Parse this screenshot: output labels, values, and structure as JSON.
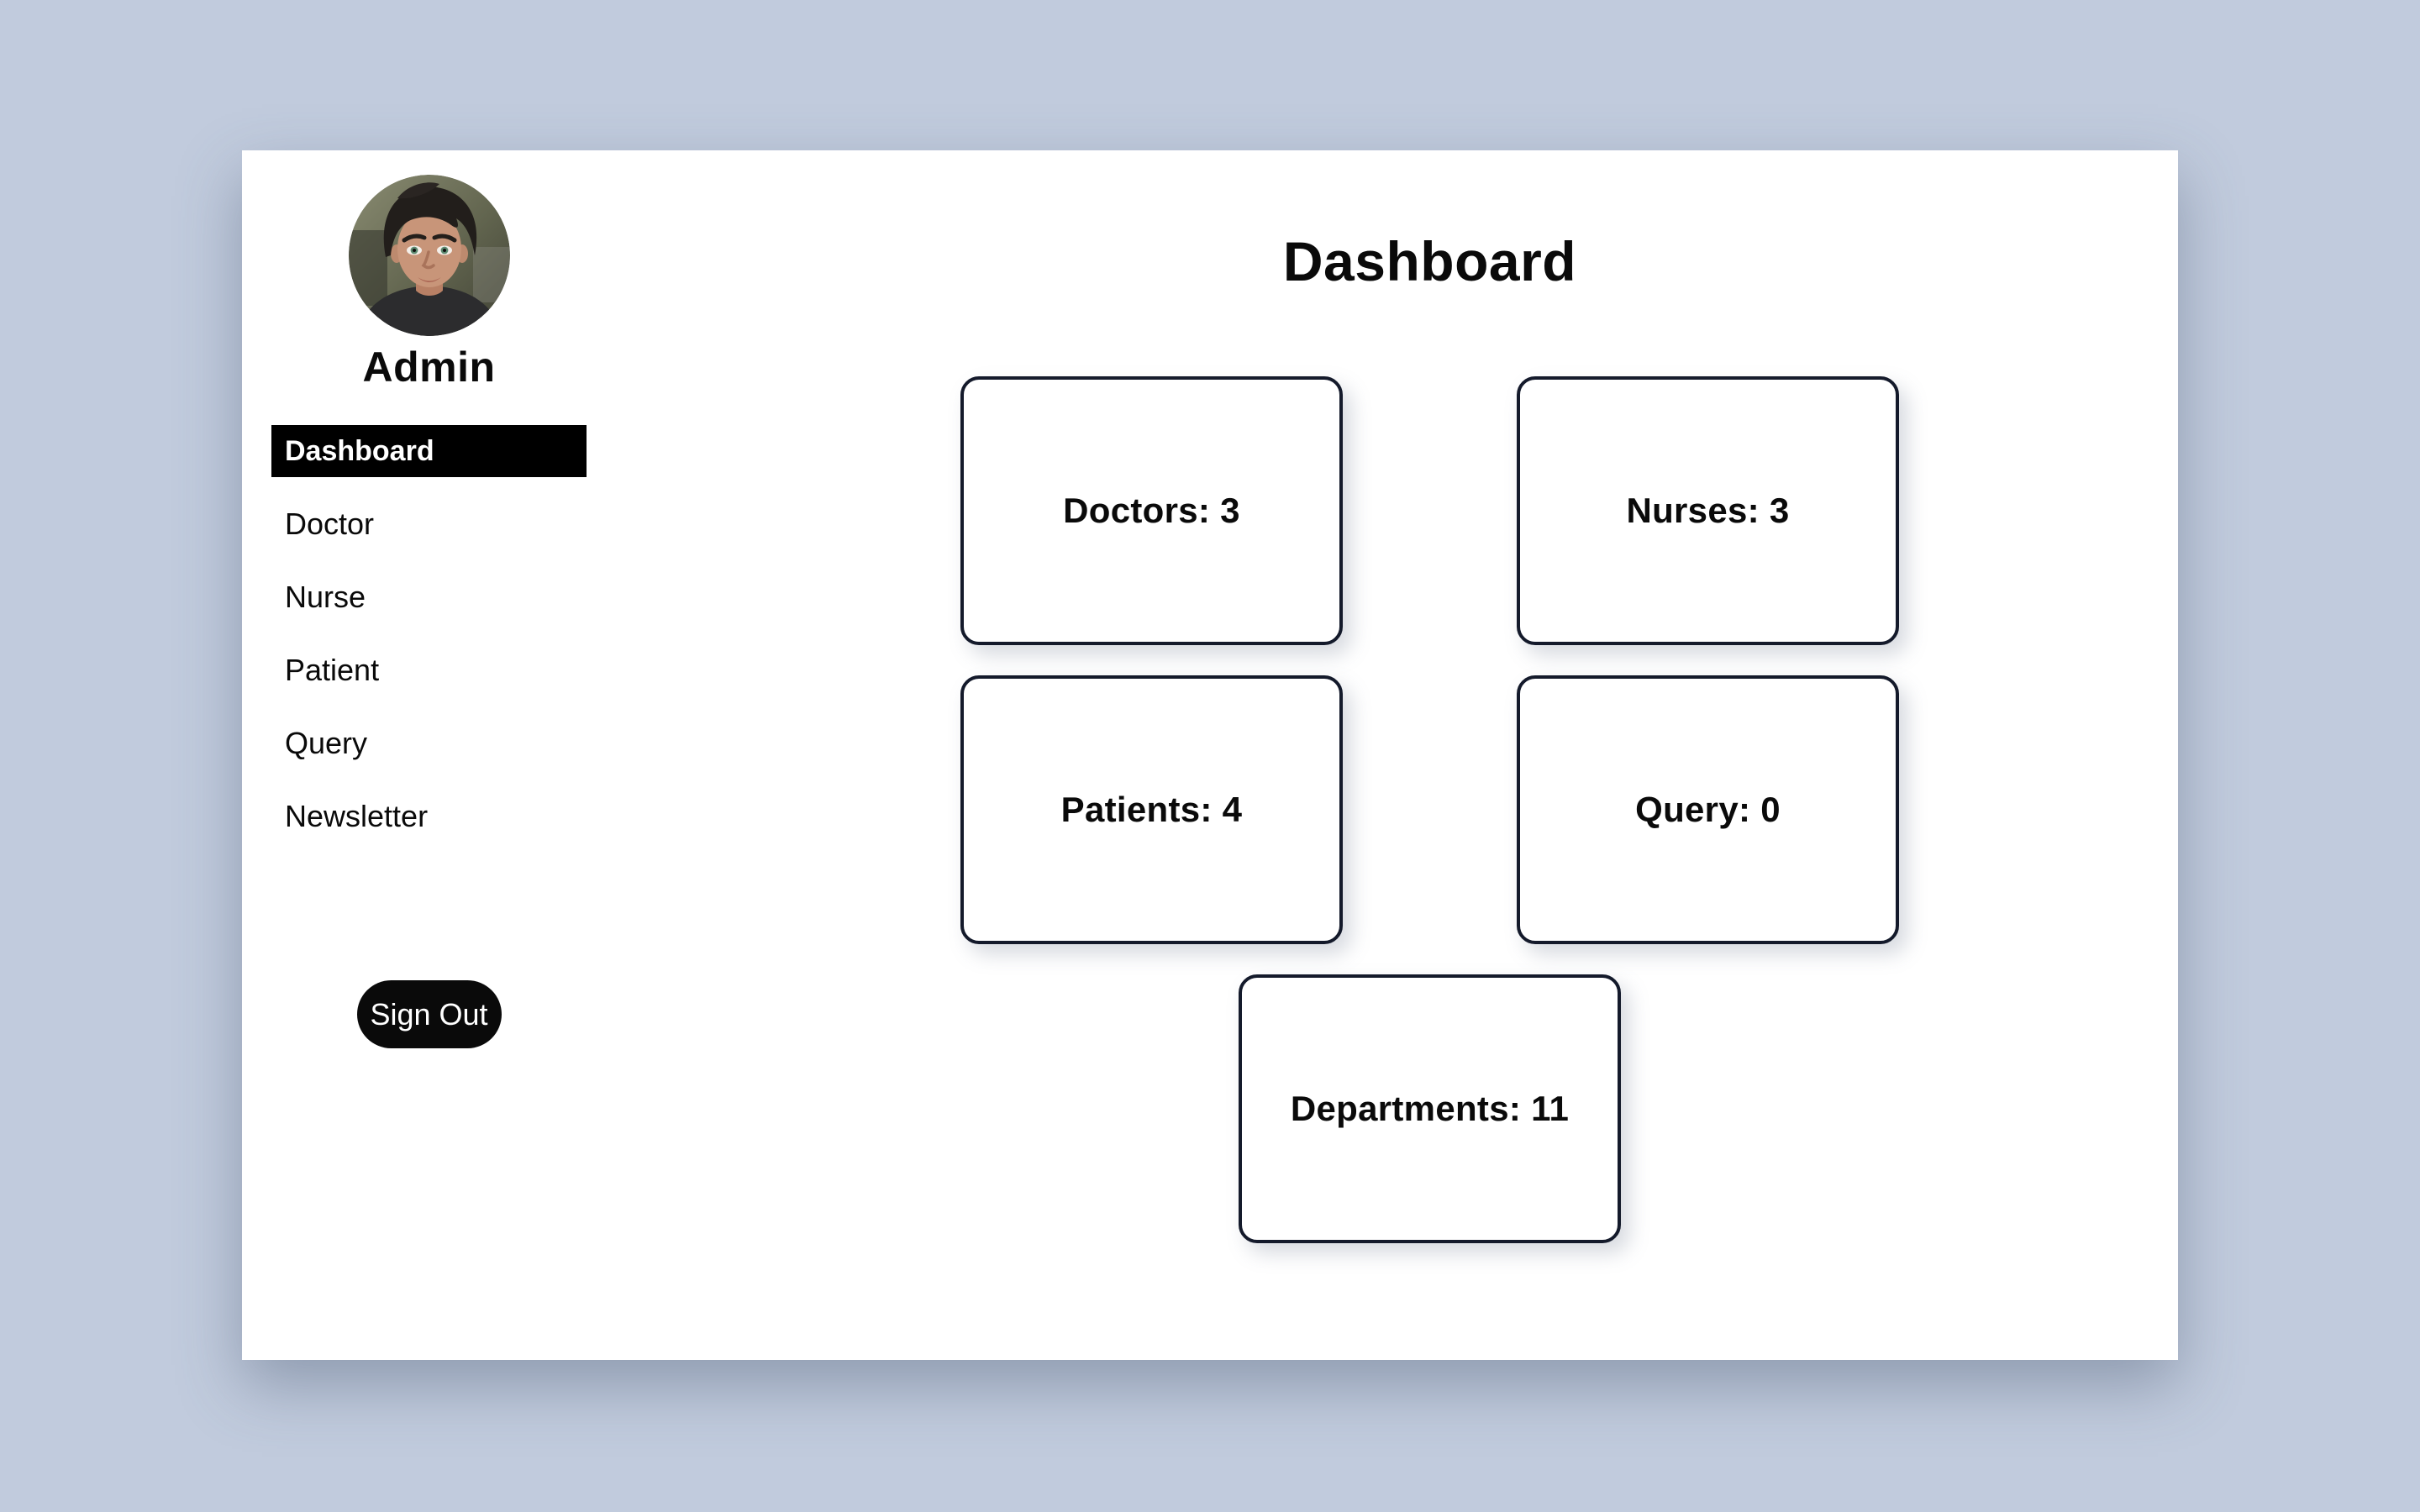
{
  "colors": {
    "page_background": "#c1cbdd",
    "panel_background": "#ffffff",
    "active_nav_background": "#000000",
    "active_nav_text": "#ffffff",
    "card_border": "#141a2b",
    "text": "#0a0a0a"
  },
  "sidebar": {
    "avatar": "admin-profile-photo",
    "username": "Admin",
    "nav": [
      {
        "label": "Dashboard",
        "active": true
      },
      {
        "label": "Doctor",
        "active": false
      },
      {
        "label": "Nurse",
        "active": false
      },
      {
        "label": "Patient",
        "active": false
      },
      {
        "label": "Query",
        "active": false
      },
      {
        "label": "Newsletter",
        "active": false
      }
    ],
    "sign_out_label": "Sign Out"
  },
  "main": {
    "title": "Dashboard",
    "stats": [
      {
        "label": "Doctors",
        "value": 3,
        "display": "Doctors: 3"
      },
      {
        "label": "Nurses",
        "value": 3,
        "display": "Nurses: 3"
      },
      {
        "label": "Patients",
        "value": 4,
        "display": "Patients: 4"
      },
      {
        "label": "Query",
        "value": 0,
        "display": "Query: 0"
      },
      {
        "label": "Departments",
        "value": 11,
        "display": "Departments: 11"
      }
    ]
  }
}
